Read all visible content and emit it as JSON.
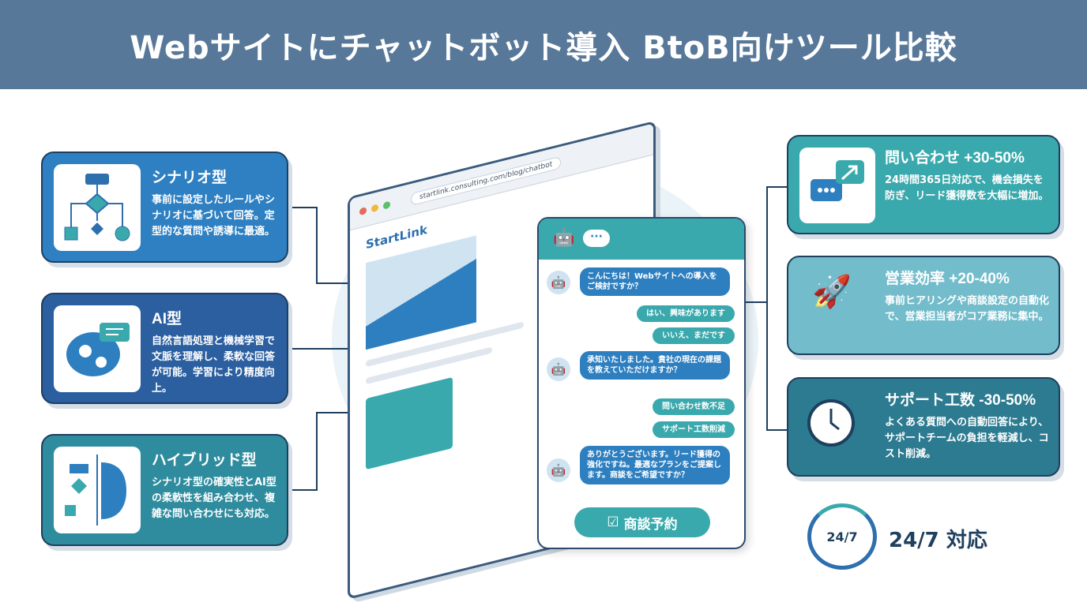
{
  "title": "Webサイトにチャットボット導入 BtoB向けツール比較",
  "left_cards": [
    {
      "title": "シナリオ型",
      "desc": "事前に設定したルールやシナリオに基づいて回答。定型的な質問や誘導に最適。",
      "color": "#2e80c2"
    },
    {
      "title": "AI型",
      "desc": "自然言語処理と機械学習で文脈を理解し、柔軟な回答が可能。学習により精度向上。",
      "color": "#2b5fa0"
    },
    {
      "title": "ハイブリッド型",
      "desc": "シナリオ型の確実性とAI型の柔軟性を組み合わせ、複雑な問い合わせにも対応。",
      "color": "#2f8c9e"
    }
  ],
  "browser": {
    "url": "startlink.consulting.com/blog/chatbot",
    "brand": "StartLink"
  },
  "chat": {
    "messages": [
      {
        "from": "bot",
        "text": "こんにちは！Webサイトへの導入をご検討ですか？"
      },
      {
        "from": "user",
        "text": "はい、興味があります"
      },
      {
        "from": "user",
        "text": "いいえ、まだです"
      },
      {
        "from": "bot",
        "text": "承知いたしました。貴社の現在の課題を教えていただけますか？"
      },
      {
        "from": "user",
        "text": "問い合わせ数不足"
      },
      {
        "from": "user",
        "text": "サポート工数削減"
      },
      {
        "from": "bot",
        "text": "ありがとうございます。リード獲得の強化ですね。最適なプランをご提案します。商談をご希望ですか？"
      }
    ],
    "cta": "商談予約"
  },
  "right_cards": [
    {
      "title": "問い合わせ +30-50%",
      "desc": "24時間365日対応で、機会損失を防ぎ、リード獲得数を大幅に増加。",
      "color": "#3aa9ad"
    },
    {
      "title": "営業効率 +20-40%",
      "desc": "事前ヒアリングや商談設定の自動化で、営業担当者がコア業務に集中。",
      "color": "#72bccb"
    },
    {
      "title": "サポート工数 -30-50%",
      "desc": "よくある質問への自動回答により、サポートチームの負担を軽減し、コスト削減。",
      "color": "#2c7b90"
    }
  ],
  "badge": {
    "icon_text": "24/7",
    "label": "24/7 対応"
  }
}
